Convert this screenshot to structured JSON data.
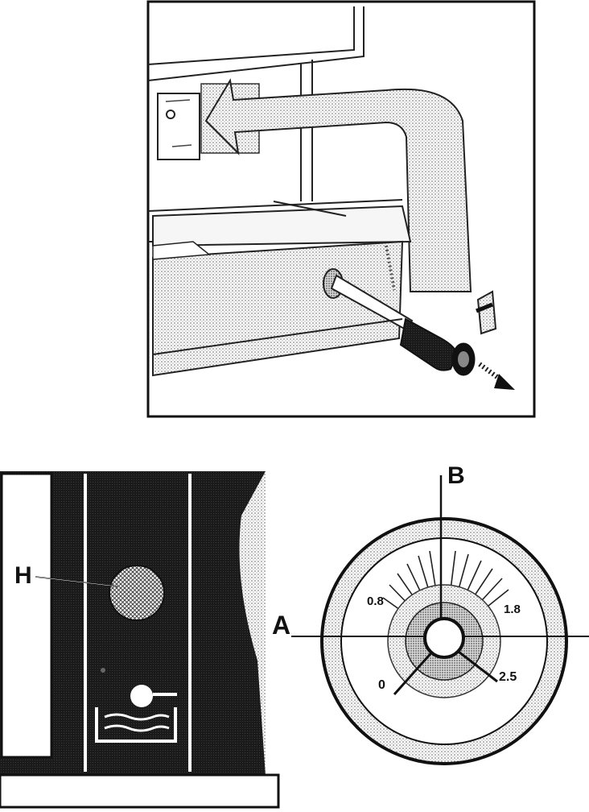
{
  "figure_top": {
    "description_labels": []
  },
  "figure_left": {
    "label_h": "H"
  },
  "figure_dial": {
    "label_a": "A",
    "label_b": "B",
    "scale_ticks": [
      "0.8",
      "1.8",
      "0",
      "2.5"
    ]
  }
}
